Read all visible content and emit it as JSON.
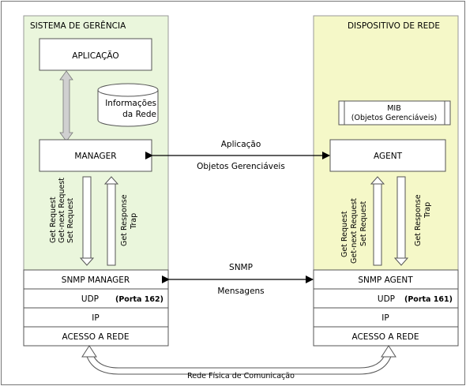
{
  "colors": {
    "manager_panel": "#eaf6dc",
    "agent_panel": "#f5f8c8",
    "panel_border": "#999999"
  },
  "manager": {
    "title": "SISTEMA DE GERÊNCIA",
    "app": "APLICAÇÃO",
    "db_line1": "Informações",
    "db_line2": "da Rede",
    "manager_box": "MANAGER",
    "requests": [
      "Get Request",
      "Get-next Request",
      "Set Request"
    ],
    "responses": [
      "Get Response",
      "Trap"
    ],
    "layers": {
      "snmp": "SNMP MANAGER",
      "udp": "UDP",
      "udp_port": "(Porta 162)",
      "ip": "IP",
      "access": "ACESSO A REDE"
    }
  },
  "agent": {
    "title": "DISPOSITIVO DE REDE",
    "mib_line1": "MIB",
    "mib_line2": "(Objetos Gerenciáveis)",
    "agent_box": "AGENT",
    "requests": [
      "Get Request",
      "Get-next Request",
      "Set Request"
    ],
    "responses": [
      "Get Response",
      "Trap"
    ],
    "layers": {
      "snmp": "SNMP AGENT",
      "udp": "UDP",
      "udp_port": "(Porta 161)",
      "ip": "IP",
      "access": "ACESSO A REDE"
    }
  },
  "links": {
    "app_top": "Aplicação",
    "app_bottom": "Objetos Gerenciáveis",
    "snmp_top": "SNMP",
    "snmp_bottom": "Mensagens",
    "physical": "Rede Física de Comunicação"
  }
}
